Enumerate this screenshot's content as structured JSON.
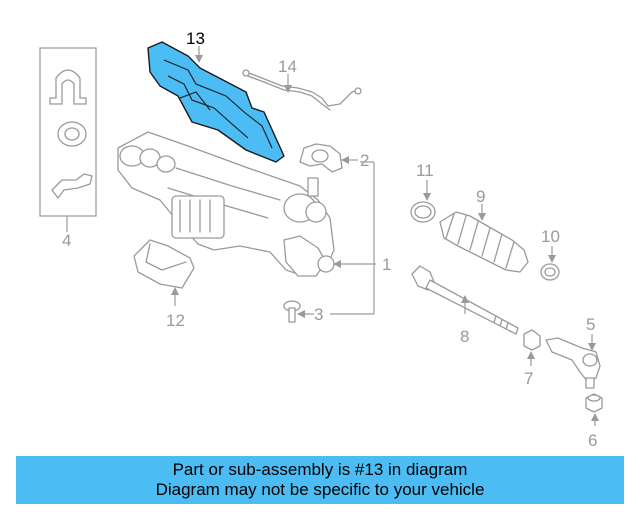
{
  "diagram": {
    "highlight_color": "#4cbcf5",
    "highlighted_part": "13",
    "callouts": {
      "c1": "1",
      "c2": "2",
      "c3": "3",
      "c4": "4",
      "c5": "5",
      "c6": "6",
      "c7": "7",
      "c8": "8",
      "c9": "9",
      "c10": "10",
      "c11": "11",
      "c12": "12",
      "c13": "13",
      "c14": "14"
    }
  },
  "banner": {
    "line1": "Part or sub-assembly is #13 in diagram",
    "line2": "Diagram may not be specific to your vehicle",
    "background": "#4cbcf5"
  }
}
